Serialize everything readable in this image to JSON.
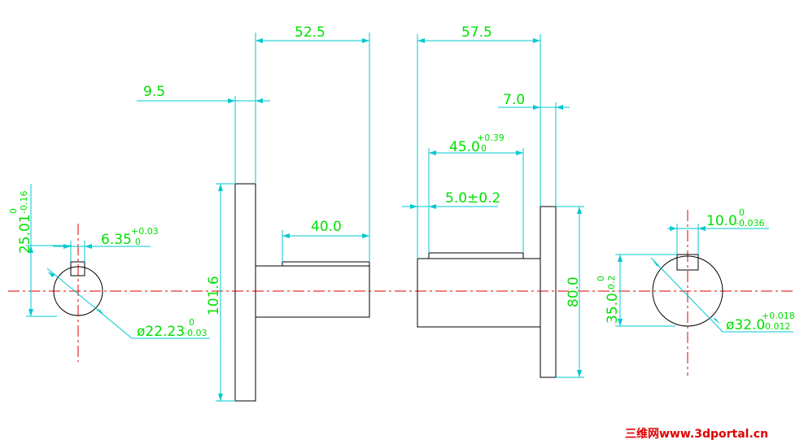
{
  "colors": {
    "outline": "#000000",
    "dimension_line": "#00c8d0",
    "dimension_text": "#00e000",
    "centerline": "#e00000",
    "watermark": "#e00000"
  },
  "dimensions": {
    "left_key_height": {
      "value": "25.01",
      "tol_upper": "0",
      "tol_lower": "-0.16"
    },
    "left_key_width": {
      "value": "6.35",
      "tol_upper": "+0.03",
      "tol_lower": "0"
    },
    "left_bore_dia": {
      "value": "ø22.23",
      "tol_upper": "0",
      "tol_lower": "-0.03"
    },
    "left_flange_thickness": {
      "value": "9.5"
    },
    "left_overall_length": {
      "value": "52.5"
    },
    "left_keyway_length": {
      "value": "40.0"
    },
    "left_flange_dia": {
      "value": "101.6"
    },
    "right_overall_length": {
      "value": "57.5"
    },
    "right_flange_thickness": {
      "value": "7.0"
    },
    "right_keyway_length": {
      "value": "45.0",
      "tol_upper": "+0.39",
      "tol_lower": "0"
    },
    "right_keyway_offset": {
      "value": "5.0±0.2"
    },
    "right_flange_dia": {
      "value": "80.0"
    },
    "right_key_width": {
      "value": "10.0",
      "tol_upper": "0",
      "tol_lower": "-0.036"
    },
    "right_key_height": {
      "value": "35.0",
      "tol_upper": "0",
      "tol_lower": "-0.2"
    },
    "right_bore_dia": {
      "value": "ø32.0",
      "tol_upper": "+0.018",
      "tol_lower": "-0.012"
    }
  },
  "watermark": {
    "text": "三维网www.3dportal.cn"
  }
}
